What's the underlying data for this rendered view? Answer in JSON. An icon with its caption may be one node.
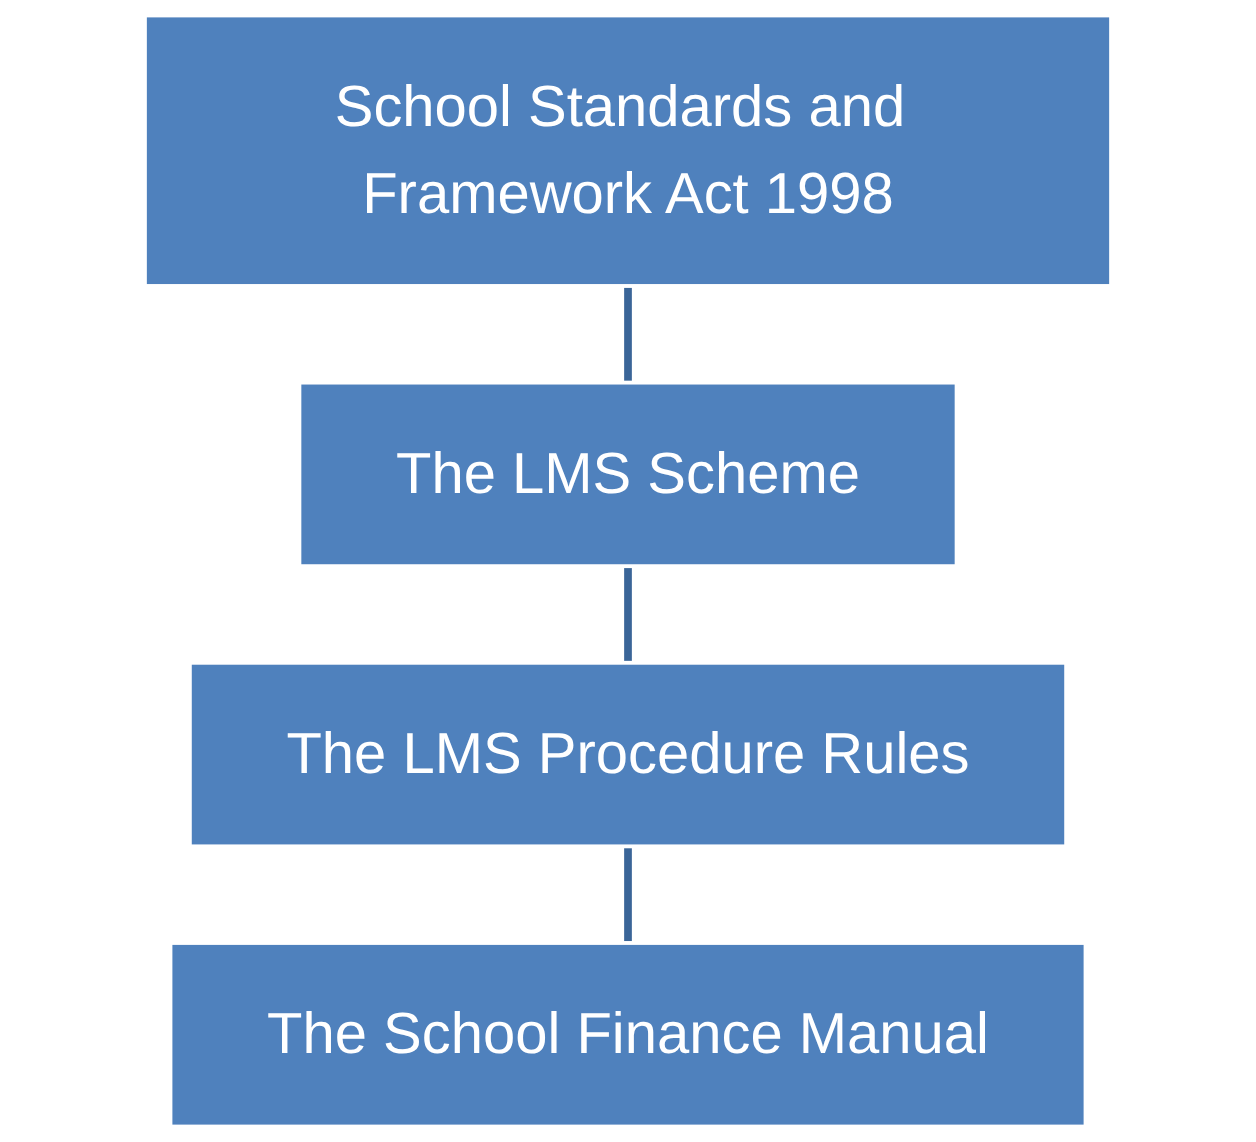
{
  "diagram": {
    "nodes": [
      {
        "text": [
          "School Standards and Framework Act 1998"
        ]
      },
      {
        "text": [
          "The LMS Scheme"
        ]
      },
      {
        "text": [
          "The LMS Procedure Rules"
        ]
      },
      {
        "text": [
          "The School Finance Manual"
        ]
      }
    ],
    "edges": [
      {
        "from": 0,
        "to": 1,
        "arrow": "none"
      },
      {
        "from": 1,
        "to": 2,
        "arrow": "none"
      },
      {
        "from": 2,
        "to": 3,
        "arrow": "none"
      }
    ]
  }
}
